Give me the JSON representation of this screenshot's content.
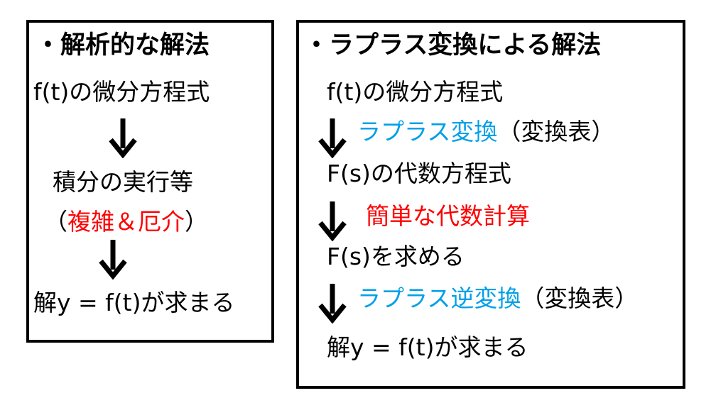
{
  "left": {
    "bullet": "・",
    "heading": "解析的な解法",
    "line1": "f(t)の微分方程式",
    "line2": "積分の実行等",
    "line3_open": "（",
    "line3_red": "複雑＆厄介",
    "line3_close": "）",
    "line4": "解y = f(t)が求まる"
  },
  "right": {
    "bullet": "・",
    "heading": "ラプラス変換による解法",
    "line1": "f(t)の微分方程式",
    "step1_blue": "ラプラス変換",
    "step1_note": "（変換表）",
    "line2": "F(s)の代数方程式",
    "step2_red": "簡単な代数計算",
    "line3": "F(s)を求める",
    "step3_blue": "ラプラス逆変換",
    "step3_note": "（変換表）",
    "line4": "解y = f(t)が求まる"
  },
  "colors": {
    "red": "#ff0000",
    "blue": "#00a0e8",
    "border": "#000000"
  },
  "icons": [
    "down-arrow-icon"
  ]
}
